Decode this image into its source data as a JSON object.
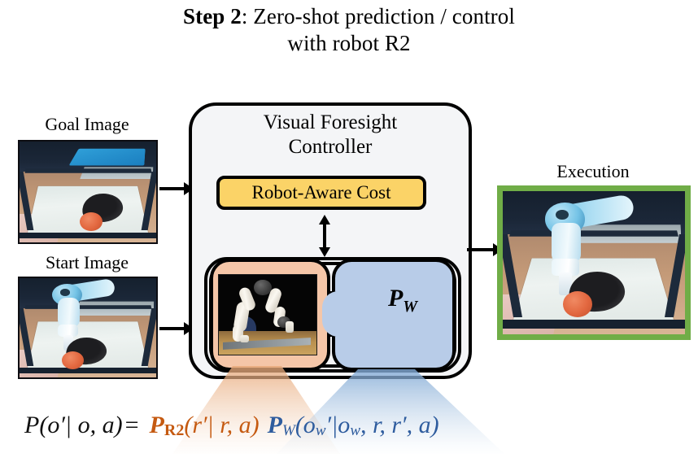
{
  "title": {
    "step_label": "Step 2",
    "line1_rest": ": Zero-shot prediction / control",
    "line2": "with robot R2"
  },
  "panels": {
    "goal_image_label": "Goal Image",
    "start_image_label": "Start Image",
    "execution_label": "Execution"
  },
  "controller": {
    "title_line1": "Visual Foresight",
    "title_line2": "Controller",
    "cost_label": "Robot-Aware Cost",
    "world_model_label": "P",
    "world_model_sub": "W"
  },
  "equation": {
    "lhs_p": "P",
    "lhs_args": "(o′| o, a)",
    "equals": "=",
    "robot_p": "P",
    "robot_sub": "R2",
    "robot_args": "(r′| r, a)",
    "world_p": "P",
    "world_sub": "W",
    "world_open": "(o",
    "world_sub1": "w",
    "world_prime": "′",
    "world_mid": "|o",
    "world_sub2": "w",
    "world_rest": ", r, r′, a)",
    "full_text": "P(o′| o, a) = P_R2(r′| r, a) P_W(o′_w|o_w, r, r′, a)"
  },
  "colors": {
    "robot_model": "#F5C6A8",
    "world_model": "#B8CCE8",
    "cost_box": "#FBD367",
    "execution_border": "#70AD47",
    "equation_orange": "#C55A11",
    "equation_blue": "#2E5C9E",
    "controller_bg": "#F4F5F7"
  },
  "icons": {
    "flow_arrow": "arrow-right-icon",
    "sync_arrow": "arrow-up-down-icon"
  }
}
